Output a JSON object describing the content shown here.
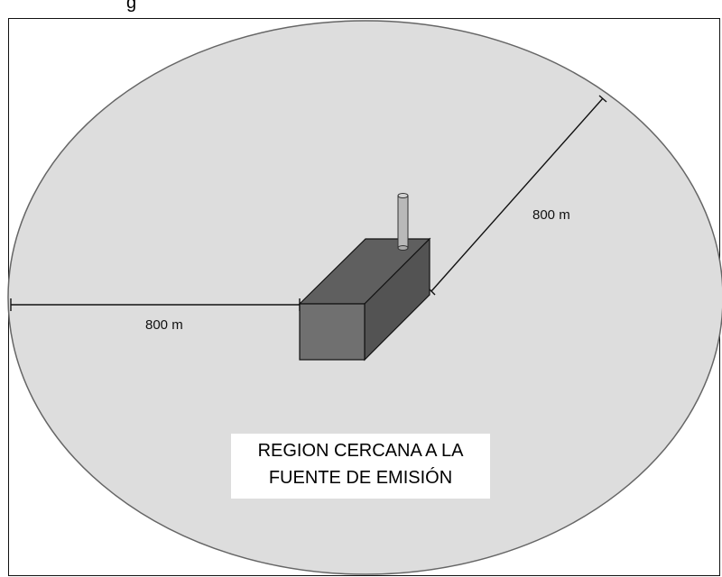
{
  "top_partial_text": "g",
  "diagram": {
    "radius_label_horizontal": "800 m",
    "radius_label_diagonal": "800 m",
    "region_label_line_1": "REGION CERCANA A LA",
    "region_label_line_2": "FUENTE DE EMISIÓN"
  },
  "colors": {
    "region_fill": "#dddddd",
    "building_front": "#707070",
    "building_top": "#5f5f5f",
    "building_side": "#535353",
    "stack": "#b9b9b9",
    "line": "#111111"
  }
}
